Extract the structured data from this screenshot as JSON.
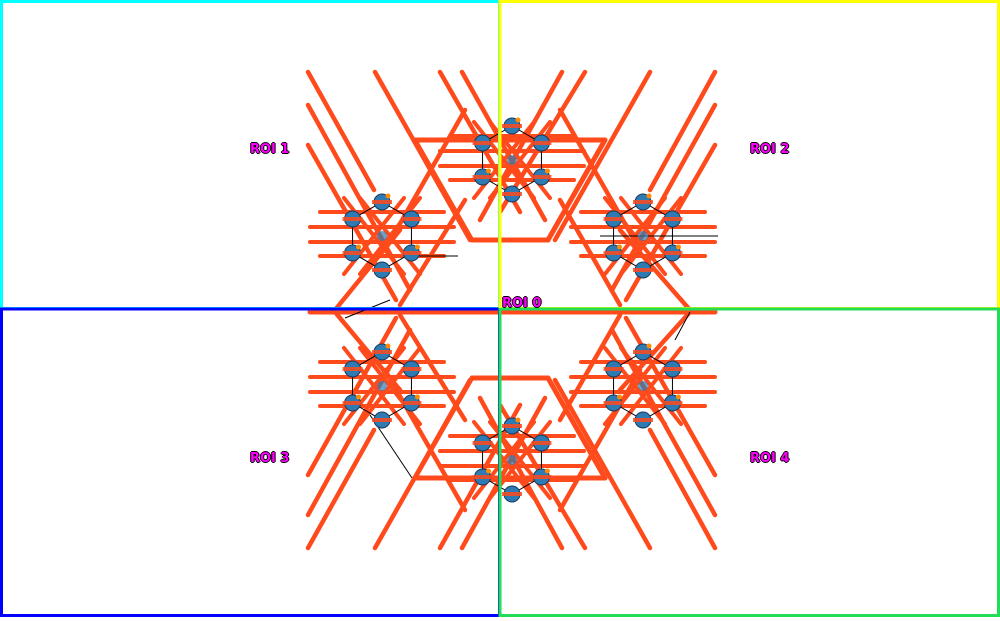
{
  "rois": [
    {
      "id": "roi-0",
      "label": "ROI 0",
      "color": "#ffff00"
    },
    {
      "id": "roi-1",
      "label": "ROI 1",
      "color": "#00ffff"
    },
    {
      "id": "roi-2",
      "label": "ROI 2",
      "color": "#ffff00"
    },
    {
      "id": "roi-3",
      "label": "ROI 3",
      "color": "#0000ff"
    },
    {
      "id": "roi-4",
      "label": "ROI 4",
      "color": "#22dd55"
    }
  ],
  "colors": {
    "label_fill": "#ff00ff",
    "label_outline": "#000000",
    "stripe": "#ff4a1c",
    "node_fill": "#2e7bb4",
    "node_outline": "#1a3a5c",
    "node_accent": "#ff8c00",
    "connector": "#000000"
  },
  "diagram": {
    "type": "hexagonal-lattice",
    "cell_count": 6,
    "nodes_per_cell": 6
  }
}
